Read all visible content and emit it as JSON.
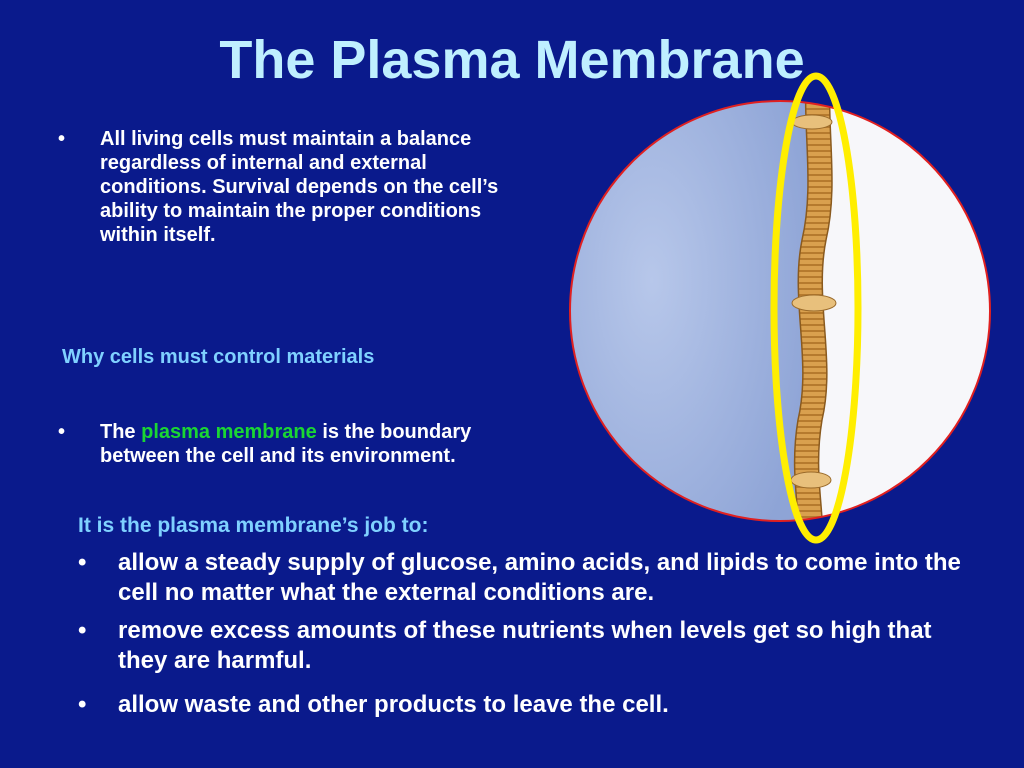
{
  "title": "The Plasma Membrane",
  "intro_bullet": "All living cells must maintain a balance regardless of internal and external conditions.  Survival depends on the cell’s ability to maintain the proper conditions within itself.",
  "why_heading": "Why cells must control materials",
  "boundary_bullet": {
    "prefix": "The ",
    "highlight": "plasma membrane",
    "suffix": " is the boundary between the cell and its environment."
  },
  "job_heading": "It is the plasma membrane’s job to:",
  "job_bullets": [
    "allow a steady supply of glucose, amino acids, and lipids to come into the cell no matter what the external conditions are.",
    " remove excess amounts of these nutrients when levels get so high that they are harmful.",
    "allow waste and other products to leave the cell."
  ],
  "bullet_char": "•",
  "colors": {
    "background": "#0a1a8c",
    "title": "#bfefff",
    "subheading": "#7fd1ff",
    "highlight": "#1ad633",
    "ring": "#ffee00",
    "cell_outline": "#e02020"
  }
}
